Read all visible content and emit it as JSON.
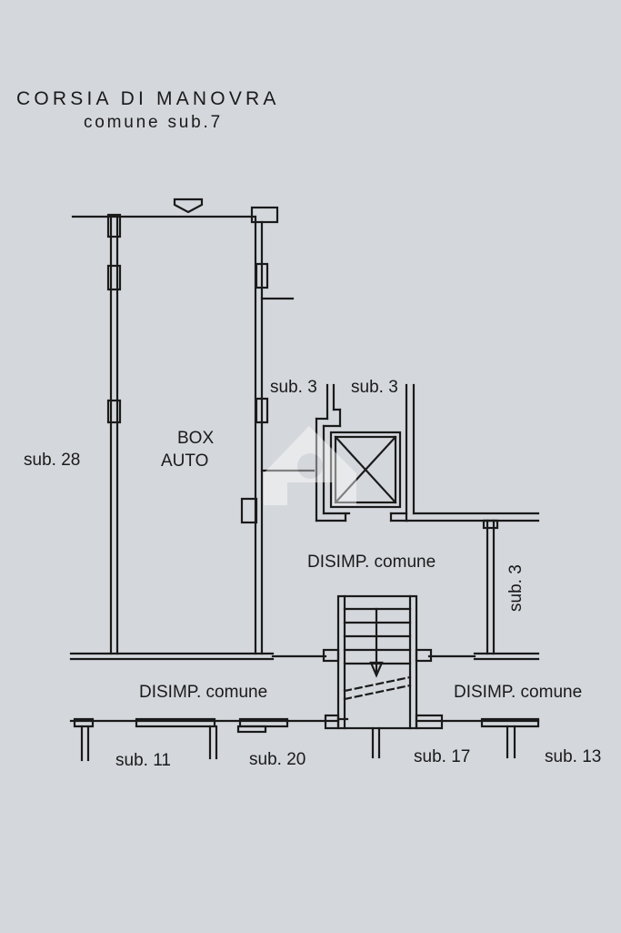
{
  "header": {
    "line1": "CORSIA DI MANOVRA",
    "line2": "comune sub.7"
  },
  "rooms": {
    "box_line1": "BOX",
    "box_line2": "AUTO",
    "disimp_upper": "DISIMP. comune",
    "disimp_lower_left": "DISIMP. comune",
    "disimp_lower_right": "DISIMP. comune"
  },
  "neighbours": {
    "sub28": "sub. 28",
    "sub3_left": "sub. 3",
    "sub3_right": "sub. 3",
    "sub3_vertical": "sub. 3",
    "sub11": "sub. 11",
    "sub20": "sub. 20",
    "sub17": "sub. 17",
    "sub13": "sub. 13"
  },
  "colors": {
    "background": "#d4d7dc",
    "line": "#1a1a1a",
    "watermark": "#ffffff"
  },
  "icons": {
    "entrance_arrow": "down-arrow-icon",
    "stair_arrow": "down-arrow-icon",
    "lift": "cross-box-icon",
    "watermark": "house-logo-watermark"
  }
}
